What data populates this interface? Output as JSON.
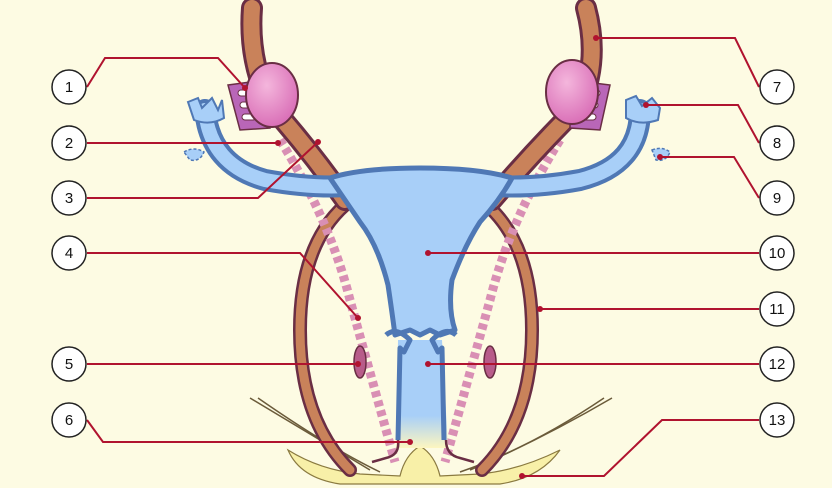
{
  "colors": {
    "background": "#fdfbe3",
    "leader_line": "#b0132f",
    "marker_dot": "#b0132f",
    "uterus_fill": "#a8cff8",
    "uterus_wall": "#4f78b5",
    "ligament": "#c9825a",
    "ovary": "#e58ac5",
    "fimbriae": "#b966b8",
    "dashed_vessel": "#e0a7c0",
    "vulva": "#f8f0a8"
  },
  "callouts": [
    {
      "label": "1",
      "side": "left"
    },
    {
      "label": "2",
      "side": "left"
    },
    {
      "label": "3",
      "side": "left"
    },
    {
      "label": "4",
      "side": "left"
    },
    {
      "label": "5",
      "side": "left"
    },
    {
      "label": "6",
      "side": "left"
    },
    {
      "label": "7",
      "side": "right"
    },
    {
      "label": "8",
      "side": "right"
    },
    {
      "label": "9",
      "side": "right"
    },
    {
      "label": "10",
      "side": "right"
    },
    {
      "label": "11",
      "side": "right"
    },
    {
      "label": "12",
      "side": "right"
    },
    {
      "label": "13",
      "side": "right"
    }
  ]
}
